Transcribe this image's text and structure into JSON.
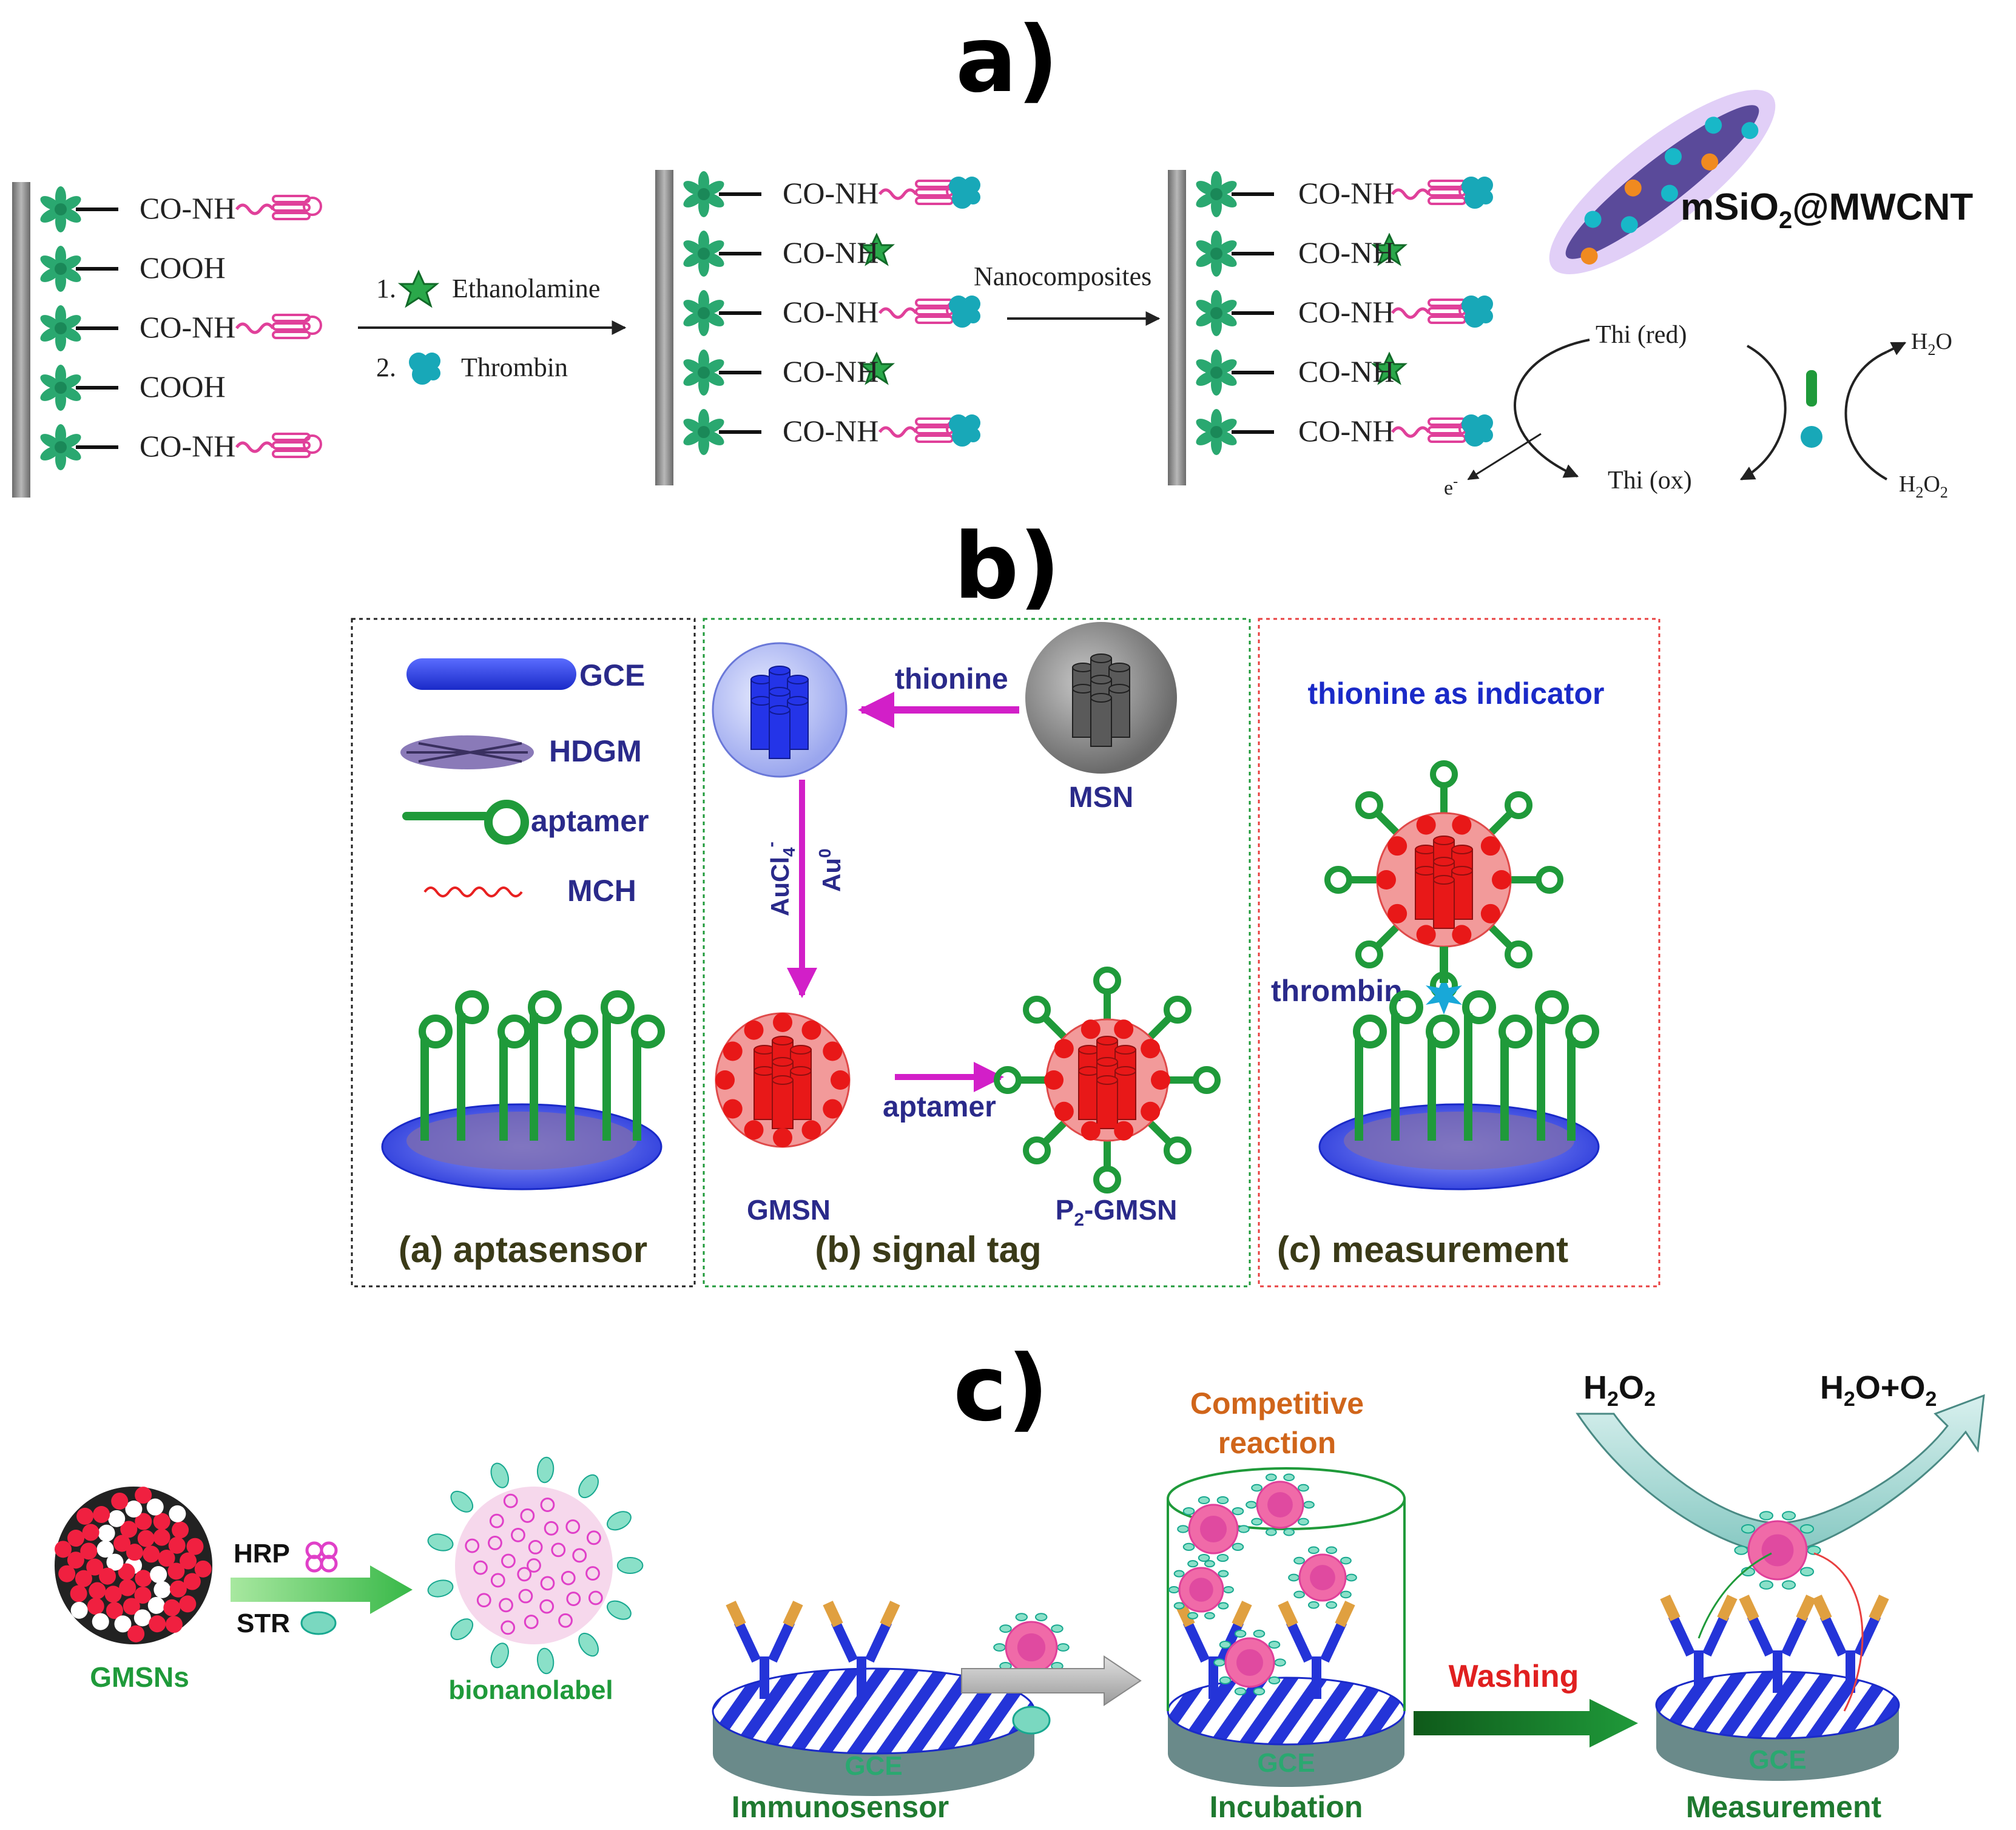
{
  "panels": {
    "a": {
      "letter": "a)",
      "stage1_groups": [
        "CO-NH",
        "COOH",
        "CO-NH",
        "COOH",
        "CO-NH"
      ],
      "step1": {
        "num": "1.",
        "label": "Ethanolamine"
      },
      "step2": {
        "num": "2.",
        "label": "Thrombin"
      },
      "stage2_groups": [
        "CO-NH",
        "CO-NH",
        "CO-NH",
        "CO-NH",
        "CO-NH"
      ],
      "arrow2_label": "Nanocomposites",
      "stage3_groups": [
        "CO-NH",
        "CO-NH",
        "CO-NH",
        "CO-NH",
        "CO-NH"
      ],
      "nanocomposite_label": "mSiO",
      "nanocomposite_sub": "2",
      "nanocomposite_rest": "@MWCNT",
      "thi_red": "Thi (red)",
      "thi_ox": "Thi (ox)",
      "electron": "e",
      "electron_sup": "-",
      "h2o": "H",
      "h2o_sub": "2",
      "h2o_rest": "O",
      "h2o2": "H",
      "h2o2_sub": "2",
      "h2o2_o": "O",
      "h2o2_sub2": "2"
    },
    "b": {
      "letter": "b)",
      "legend": {
        "gce": "GCE",
        "hdgm": "HDGM",
        "aptamer": "aptamer",
        "mch": "MCH"
      },
      "thionine": "thionine",
      "msn": "MSN",
      "aucl4": "AuCl",
      "aucl4_sub": "4",
      "aucl4_sup": "-",
      "au0": "Au",
      "au0_sup": "0",
      "aptamer_arrow": "aptamer",
      "gmsn": "GMSN",
      "p2gmsn_p": "P",
      "p2gmsn_sub": "2",
      "p2gmsn_rest": "-GMSN",
      "indicator": "thionine as indicator",
      "thrombin": "thrombin",
      "cap_a": "(a) aptasensor",
      "cap_b": "(b) signal tag",
      "cap_c": "(c) measurement"
    },
    "c": {
      "letter": "c)",
      "gmsns": "GMSNs",
      "hrp": "HRP",
      "str": "STR",
      "bionanolabel": "bionanolabel",
      "competitive": "Competitive",
      "reaction": "reaction",
      "washing": "Washing",
      "h2o2_h": "H",
      "h2o2_2": "2",
      "h2o2_o": "O",
      "h2o2_2b": "2",
      "prod_h": "H",
      "prod_2": "2",
      "prod_o": "O+O",
      "prod_2b": "2",
      "gce": "GCE",
      "immunosensor": "Immunosensor",
      "incubation": "Incubation",
      "measurement": "Measurement"
    }
  },
  "colors": {
    "pink": "#e0409a",
    "teal": "#18a8a8",
    "green": "#1f9a3a",
    "red": "#e8201e",
    "blue": "#2434d8",
    "navy": "#2a2a8a",
    "olive": "#3a3a18",
    "orange": "#d0651a",
    "washing": "#e02020"
  }
}
